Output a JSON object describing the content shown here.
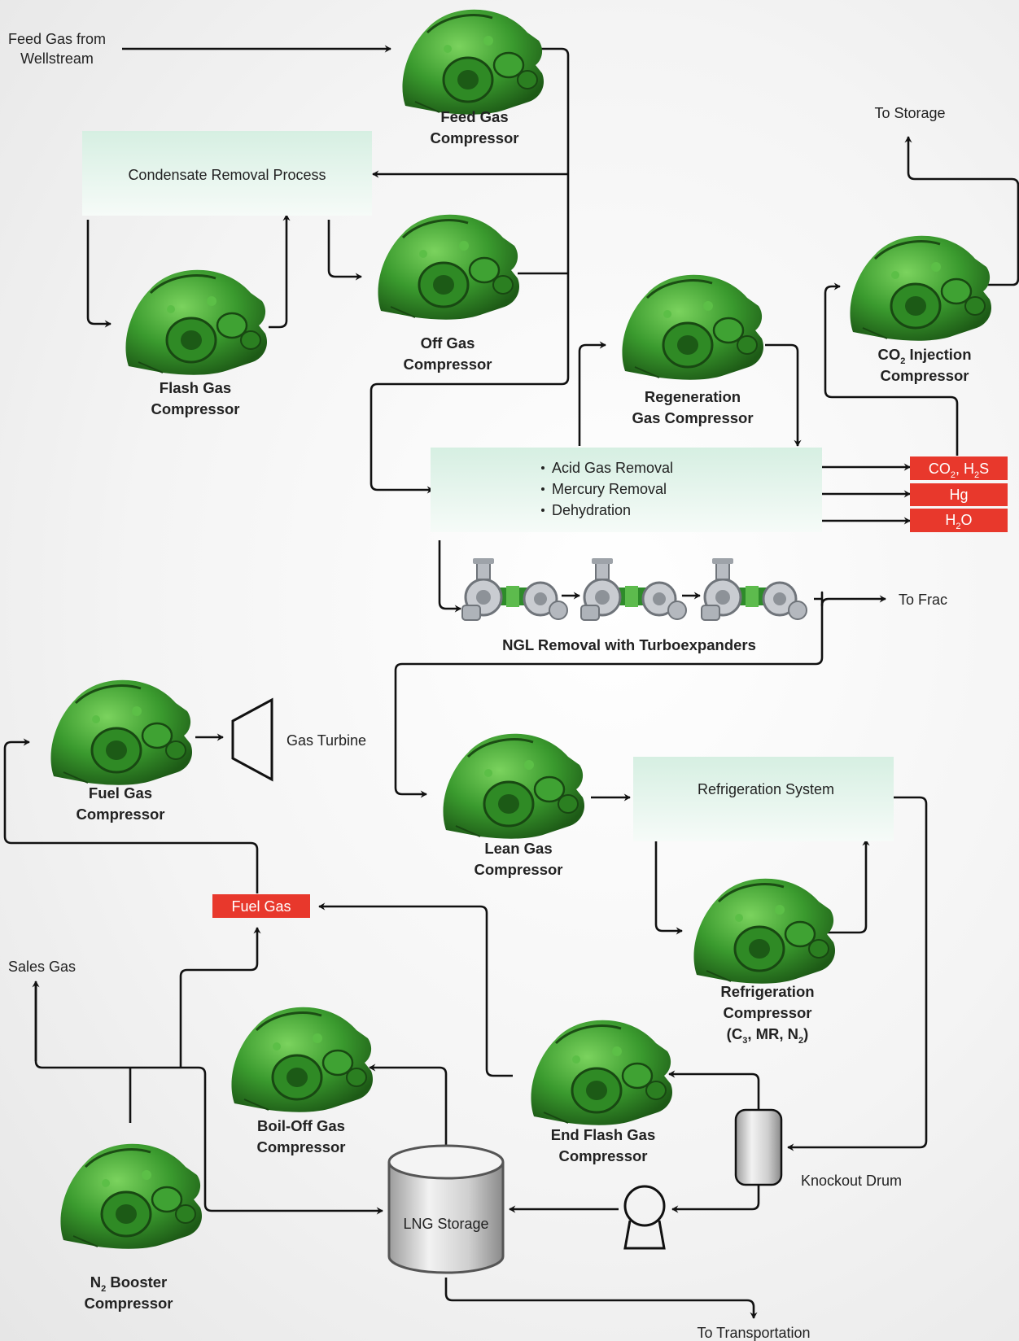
{
  "flow_labels": {
    "feed_gas_line1": "Feed Gas from",
    "feed_gas_line2": "Wellstream",
    "to_storage": "To Storage",
    "to_frac": "To Frac",
    "gas_turbine": "Gas Turbine",
    "sales_gas": "Sales Gas",
    "knockout_drum": "Knockout Drum",
    "to_transportation": "To Transportation"
  },
  "processes": {
    "condensate_removal": "Condensate Removal Process",
    "treatment_items": [
      "Acid Gas Removal",
      "Mercury Removal",
      "Dehydration"
    ],
    "refrigeration_system": "Refrigeration System",
    "lng_storage": "LNG Storage"
  },
  "compressors": {
    "feed_gas": [
      "Feed Gas",
      "Compressor"
    ],
    "flash_gas": [
      "Flash Gas",
      "Compressor"
    ],
    "off_gas": [
      "Off Gas",
      "Compressor"
    ],
    "regeneration_gas": [
      "Regeneration",
      "Gas Compressor"
    ],
    "co2_injection": {
      "prefix": "CO",
      "sub": "2",
      "suffix": " Injection",
      "line2": "Compressor"
    },
    "fuel_gas": [
      "Fuel Gas",
      "Compressor"
    ],
    "lean_gas": [
      "Lean Gas",
      "Compressor"
    ],
    "refrigeration": {
      "line1": "Refrigeration",
      "line2": "Compressor",
      "line3": {
        "t1": "(C",
        "s1": "3",
        "t2": ", MR, N",
        "s2": "2",
        "t3": ")"
      }
    },
    "boil_off": [
      "Boil-Off Gas",
      "Compressor"
    ],
    "end_flash": [
      "End Flash Gas",
      "Compressor"
    ],
    "n2_booster": {
      "prefix": "N",
      "sub": "2",
      "suffix": " Booster",
      "line2": "Compressor"
    }
  },
  "ngl_removal": "NGL Removal with Turboexpanders",
  "outputs": {
    "co2_h2s": {
      "t1": "CO",
      "s1": "2",
      "t2": ", H",
      "s2": "2",
      "t3": "S"
    },
    "hg": "Hg",
    "h2o": {
      "t1": "H",
      "s1": "2",
      "t2": "O"
    },
    "fuel_gas_tag": "Fuel Gas"
  },
  "colors": {
    "output_red": "#e8382c",
    "compressor_green": "#3a9a2e",
    "process_box": "#e2f4ea",
    "line": "#111111"
  }
}
